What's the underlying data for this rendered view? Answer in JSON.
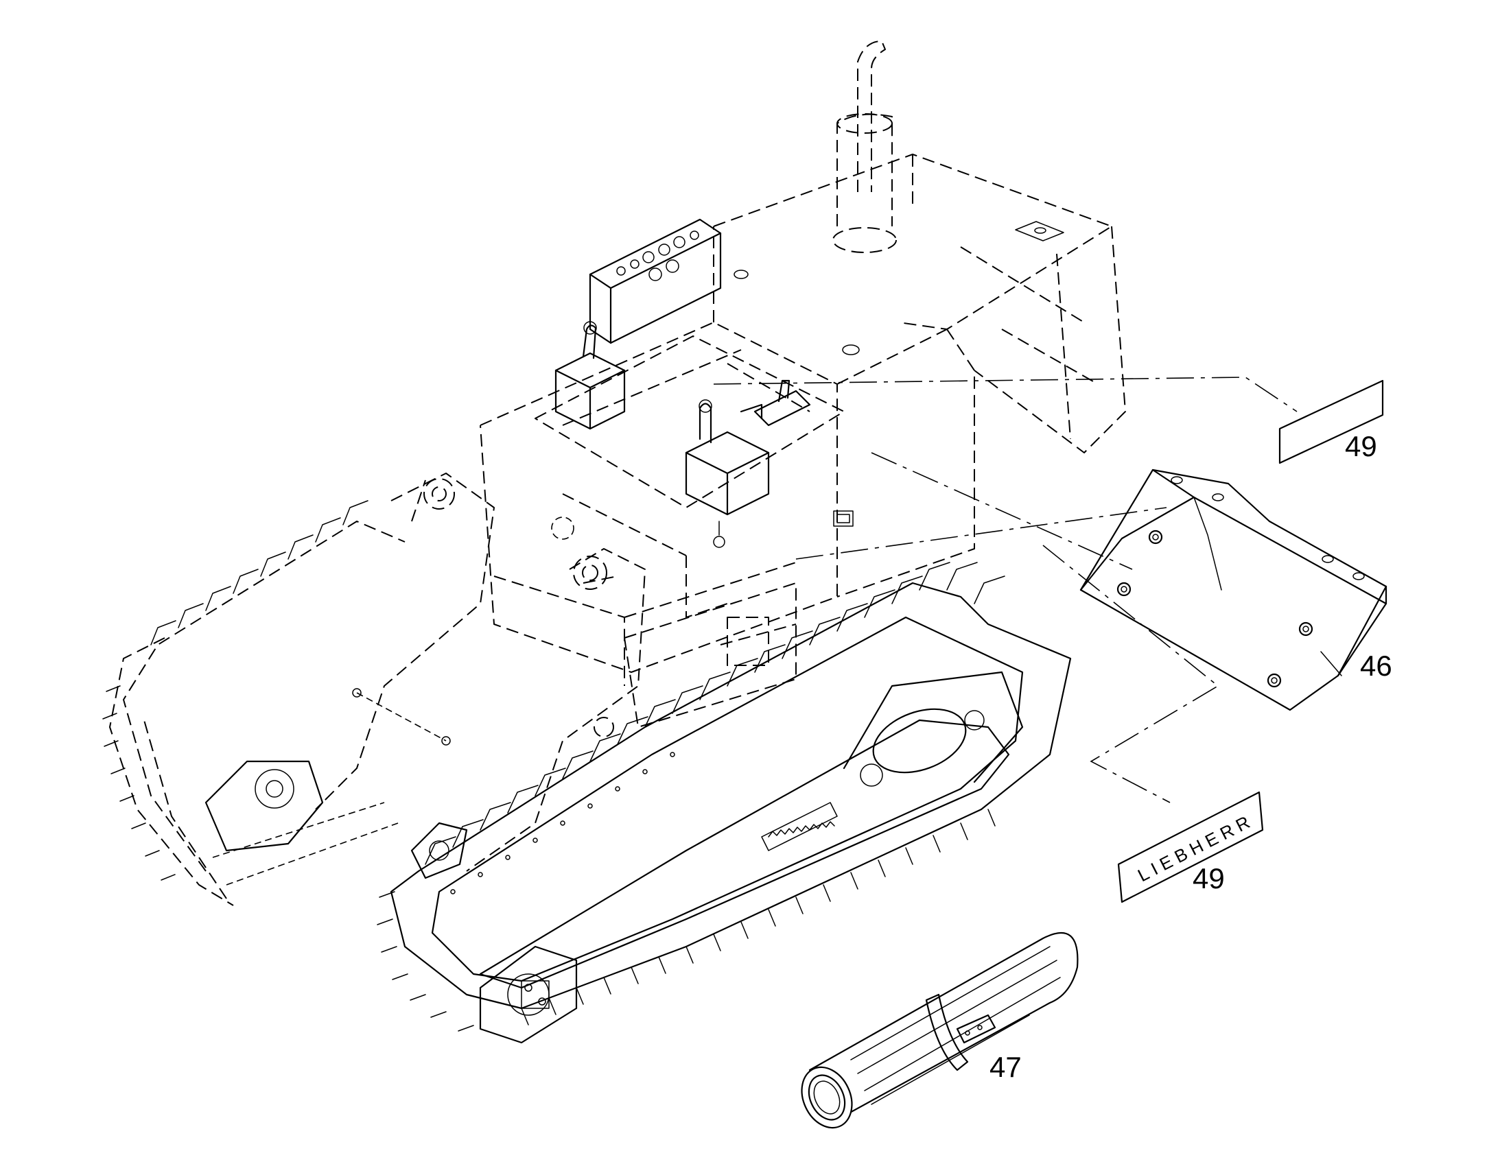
{
  "callouts": [
    {
      "id": "decal-plain",
      "label": "49"
    },
    {
      "id": "counterweight",
      "label": "46"
    },
    {
      "id": "decal-brand",
      "label": "49"
    },
    {
      "id": "documents-roll",
      "label": "47"
    }
  ],
  "decal_text": "LIEBHERR"
}
